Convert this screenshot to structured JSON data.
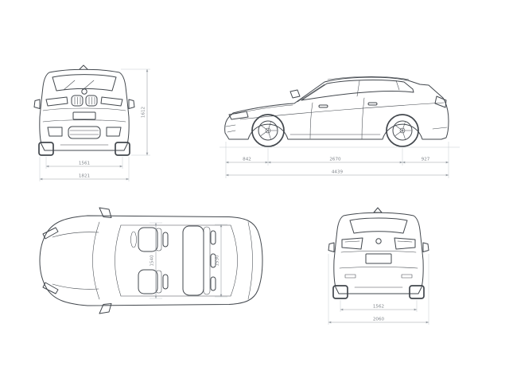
{
  "colors": {
    "background": "#ffffff",
    "car_line": "#42474d",
    "dimension_line": "#9aa0a6",
    "dimension_text": "#7f848a"
  },
  "drawing": {
    "front_view": {
      "track": "1561",
      "overall_width": "1821",
      "overall_height": "1612"
    },
    "side_view": {
      "front_overhang": "842",
      "wheelbase": "2670",
      "rear_overhang": "927",
      "overall_length": "4439"
    },
    "top_view": {
      "interior_width_front": "1540",
      "interior_width_rear": "1530"
    },
    "rear_view": {
      "track": "1562",
      "width_incl_mirrors": "2060"
    }
  }
}
